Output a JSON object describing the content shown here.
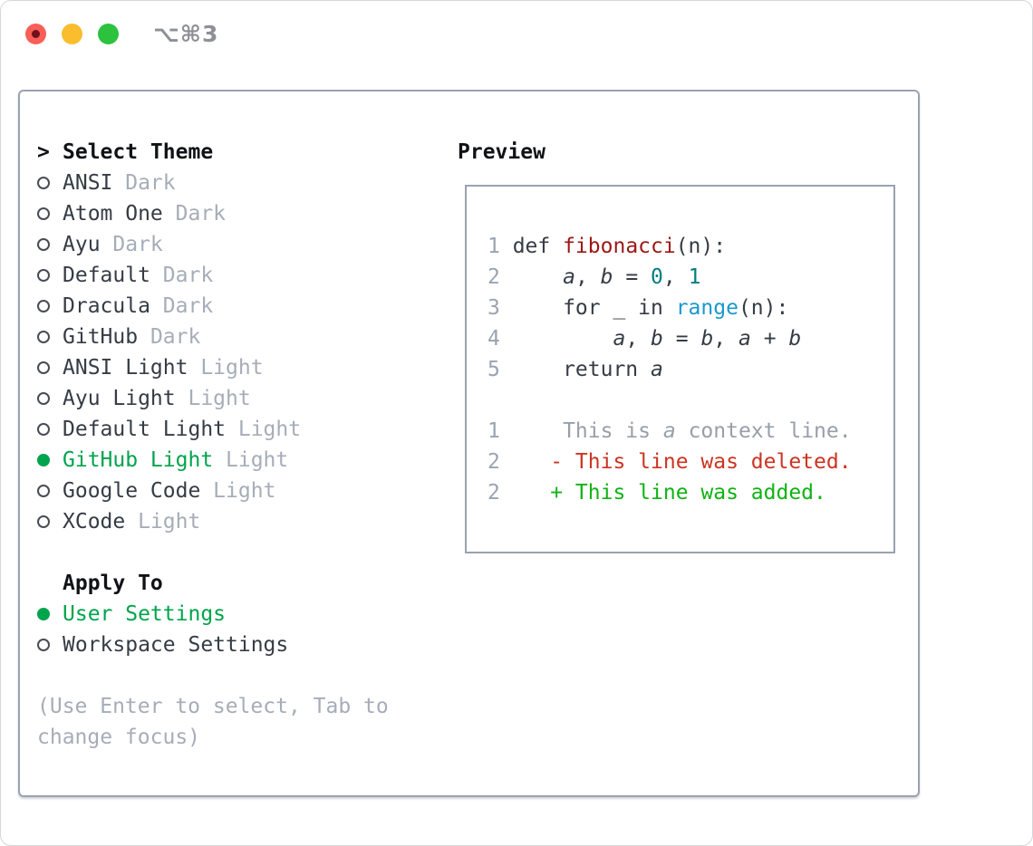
{
  "titlebar": {
    "shortcut": "⌥⌘3"
  },
  "colors": {
    "selection_green": "#00a44c",
    "added_green": "#11b214",
    "deleted_red": "#cc3421",
    "function_red": "#9e1616",
    "number_teal": "#017e80",
    "builtin_blue": "#1b98cc",
    "muted_gray": "#a6adb8",
    "text_dark": "#353c45",
    "border_gray": "#9aa2ae",
    "traffic_red": "#f85f57",
    "traffic_yellow": "#f9bd2d",
    "traffic_green": "#2cc23e"
  },
  "theme_picker": {
    "header_prefix": ">",
    "header": "Select Theme",
    "items": [
      {
        "name": "ANSI",
        "tag": "Dark",
        "selected": false
      },
      {
        "name": "Atom One",
        "tag": "Dark",
        "selected": false
      },
      {
        "name": "Ayu",
        "tag": "Dark",
        "selected": false
      },
      {
        "name": "Default",
        "tag": "Dark",
        "selected": false
      },
      {
        "name": "Dracula",
        "tag": "Dark",
        "selected": false
      },
      {
        "name": "GitHub",
        "tag": "Dark",
        "selected": false
      },
      {
        "name": "ANSI Light",
        "tag": "Light",
        "selected": false
      },
      {
        "name": "Ayu Light",
        "tag": "Light",
        "selected": false
      },
      {
        "name": "Default Light",
        "tag": "Light",
        "selected": false
      },
      {
        "name": "GitHub Light",
        "tag": "Light",
        "selected": true
      },
      {
        "name": "Google Code",
        "tag": "Light",
        "selected": false
      },
      {
        "name": "XCode",
        "tag": "Light",
        "selected": false
      }
    ]
  },
  "apply_to": {
    "header": "Apply To",
    "items": [
      {
        "name": "User Settings",
        "selected": true
      },
      {
        "name": "Workspace Settings",
        "selected": false
      }
    ]
  },
  "help_lines": [
    "(Use Enter to select, Tab to",
    "change focus)"
  ],
  "preview": {
    "header": "Preview",
    "lines": [
      {
        "num": "1",
        "tokens": [
          {
            "t": "def ",
            "s": "kw"
          },
          {
            "t": "fibonacci",
            "s": "title"
          },
          {
            "t": "(n):",
            "s": "plain"
          }
        ]
      },
      {
        "num": "2",
        "tokens": [
          {
            "t": "    ",
            "s": "plain"
          },
          {
            "t": "a",
            "s": "var"
          },
          {
            "t": ", ",
            "s": "plain"
          },
          {
            "t": "b",
            "s": "var"
          },
          {
            "t": " = ",
            "s": "plain"
          },
          {
            "t": "0",
            "s": "num"
          },
          {
            "t": ", ",
            "s": "plain"
          },
          {
            "t": "1",
            "s": "num"
          }
        ]
      },
      {
        "num": "3",
        "tokens": [
          {
            "t": "    for _ in ",
            "s": "kw"
          },
          {
            "t": "range",
            "s": "builtin"
          },
          {
            "t": "(n):",
            "s": "plain"
          }
        ]
      },
      {
        "num": "4",
        "tokens": [
          {
            "t": "        ",
            "s": "plain"
          },
          {
            "t": "a",
            "s": "var"
          },
          {
            "t": ", ",
            "s": "plain"
          },
          {
            "t": "b",
            "s": "var"
          },
          {
            "t": " = ",
            "s": "plain"
          },
          {
            "t": "b",
            "s": "var"
          },
          {
            "t": ", ",
            "s": "plain"
          },
          {
            "t": "a",
            "s": "var"
          },
          {
            "t": " + ",
            "s": "plain"
          },
          {
            "t": "b",
            "s": "var"
          }
        ]
      },
      {
        "num": "5",
        "tokens": [
          {
            "t": "    return ",
            "s": "kw"
          },
          {
            "t": "a",
            "s": "var"
          }
        ]
      },
      {
        "num": "",
        "tokens": []
      },
      {
        "num": "1",
        "tokens": [
          {
            "t": "    This is ",
            "s": "ctx"
          },
          {
            "t": "a",
            "s": "ctx-var"
          },
          {
            "t": " context line.",
            "s": "ctx"
          }
        ]
      },
      {
        "num": "2",
        "tokens": [
          {
            "t": "   - This line was deleted.",
            "s": "del"
          }
        ]
      },
      {
        "num": "2",
        "tokens": [
          {
            "t": "   + This line was added.",
            "s": "add"
          }
        ]
      }
    ]
  }
}
